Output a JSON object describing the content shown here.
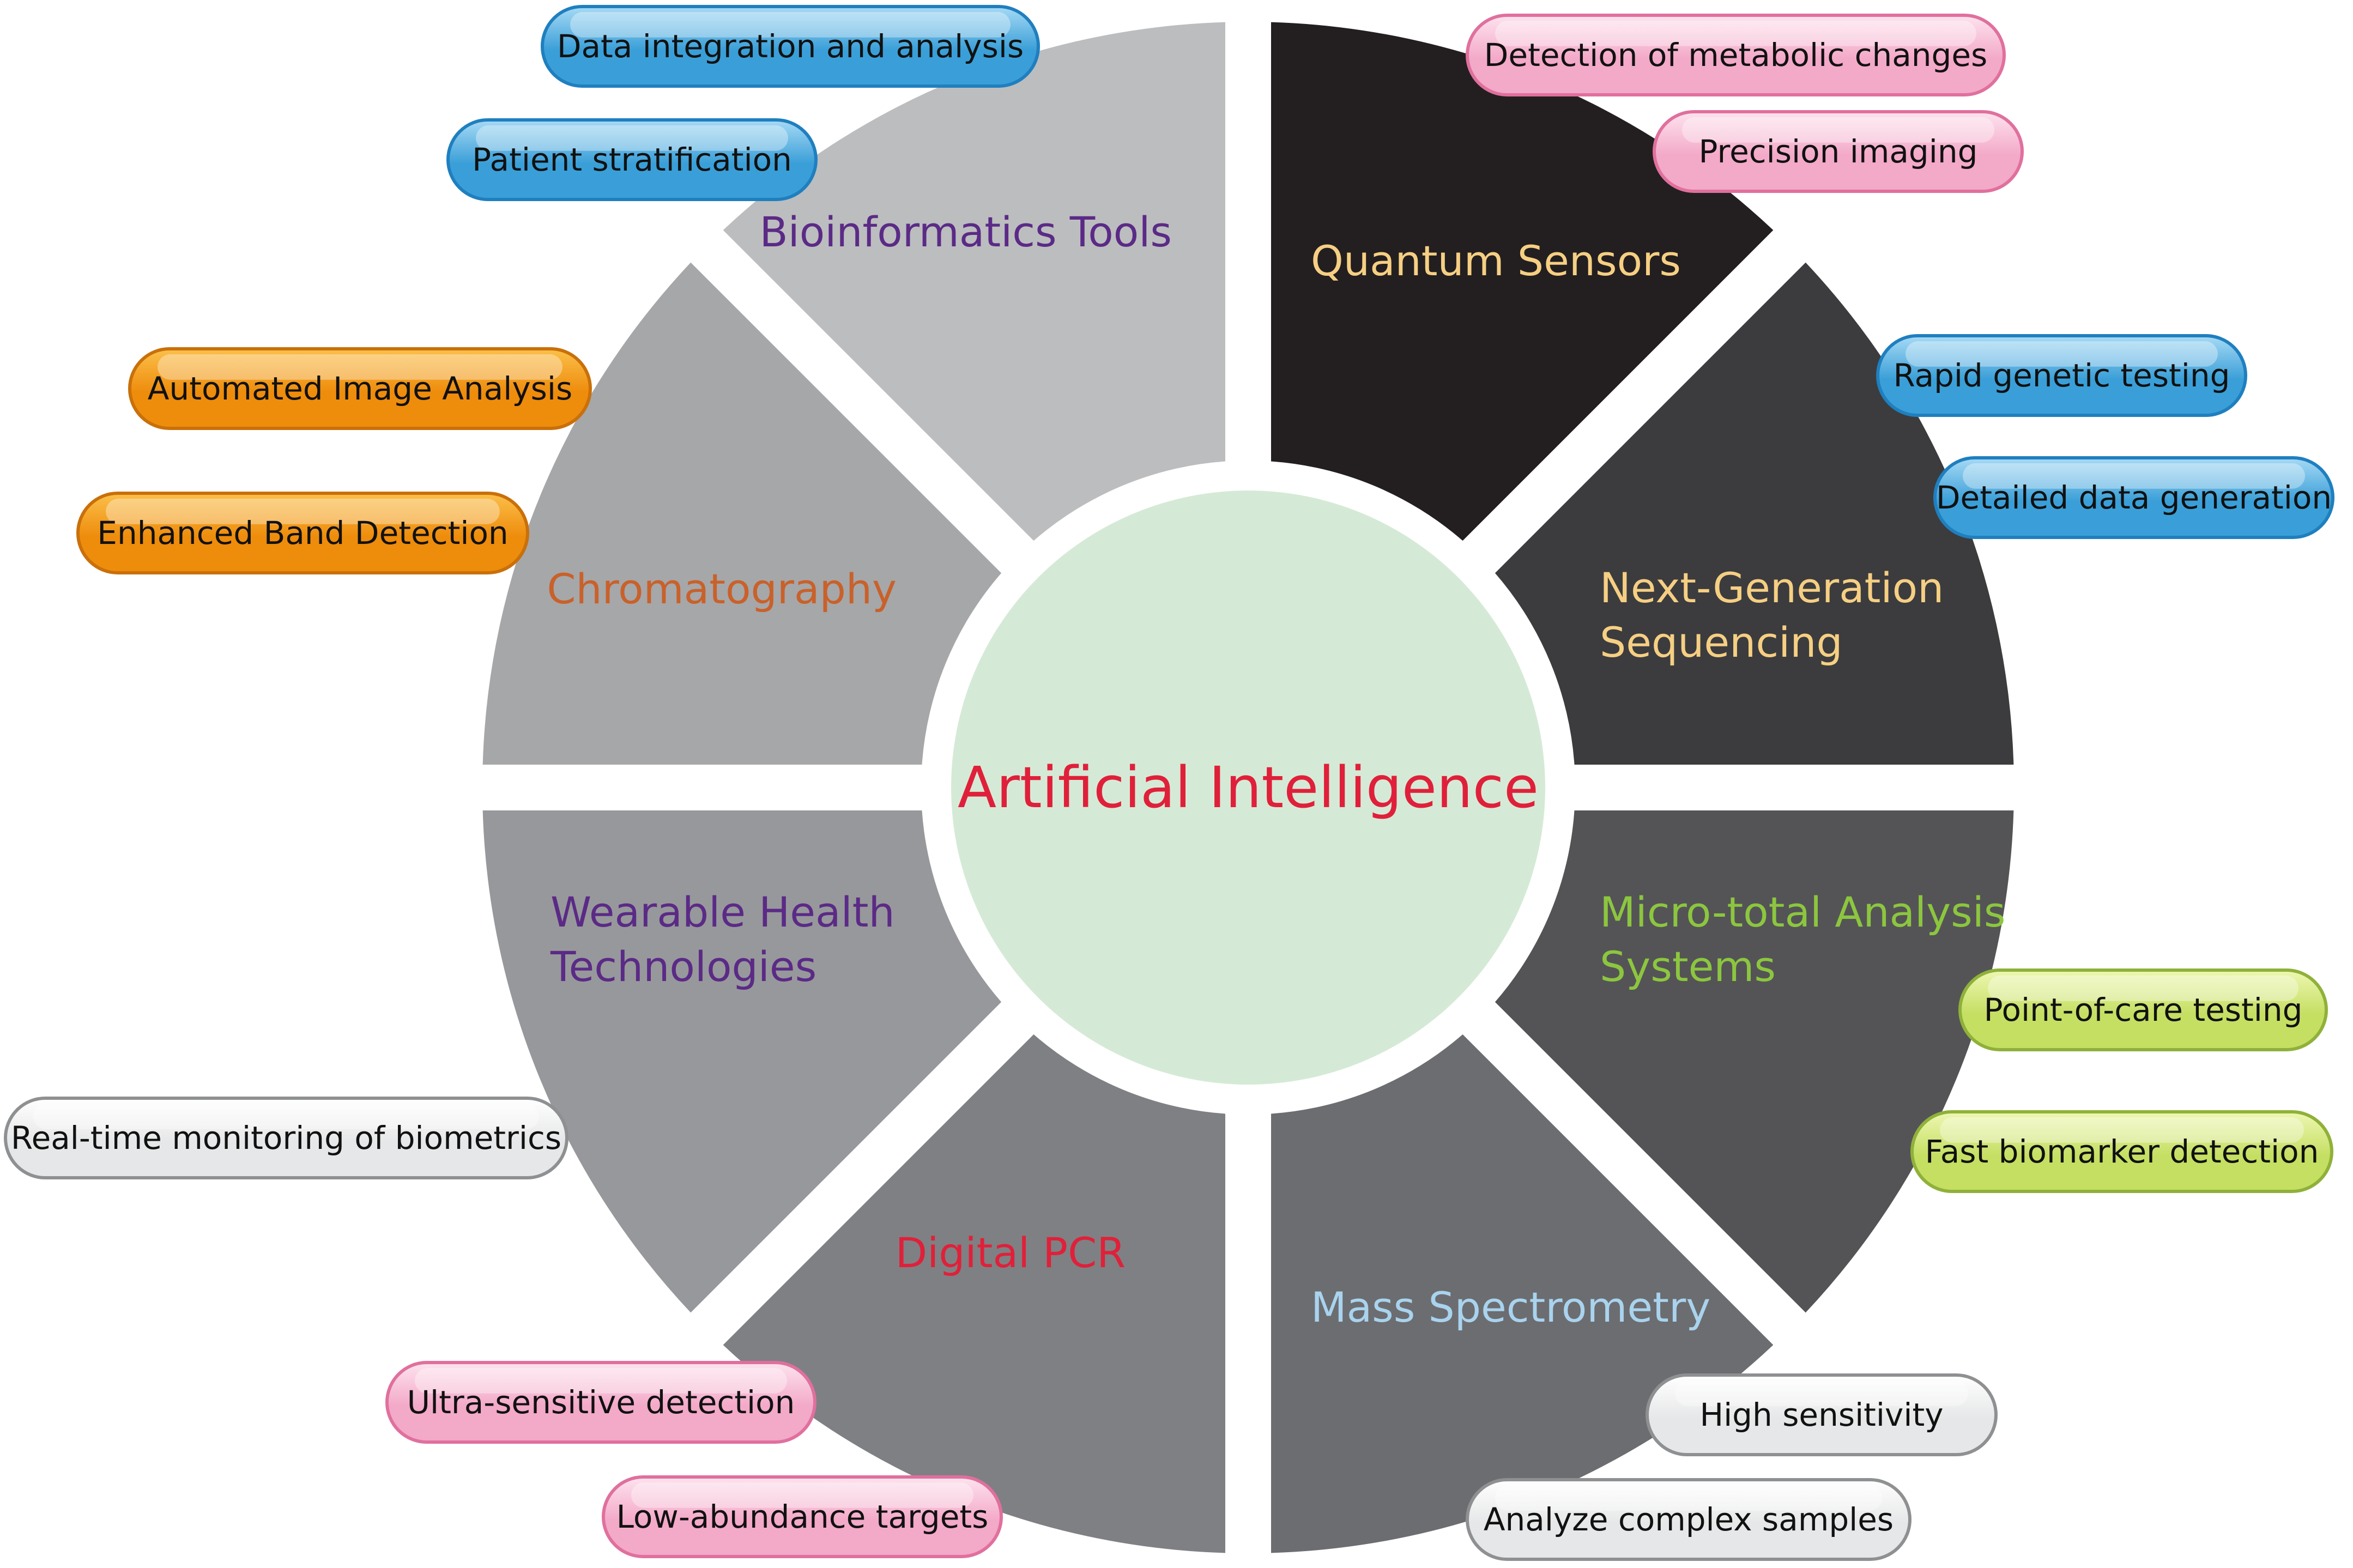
{
  "center": {
    "label": "Artificial Intelligence",
    "fill": "#d5ead6",
    "text_color": "#e0203a"
  },
  "segments": [
    {
      "id": "quantum",
      "label_lines": [
        "Quantum Sensors"
      ],
      "fill": "#231f20",
      "text_color": "#f6cf83"
    },
    {
      "id": "ngs",
      "label_lines": [
        "Next-Generation",
        "Sequencing"
      ],
      "fill": "#3c3c3e",
      "text_color": "#f6cf83"
    },
    {
      "id": "mtas",
      "label_lines": [
        "Micro-total Analysis",
        "Systems"
      ],
      "fill": "#545456",
      "text_color": "#8cc63f"
    },
    {
      "id": "ms",
      "label_lines": [
        "Mass Spectrometry"
      ],
      "fill": "#6c6d70",
      "text_color": "#a9d3ee"
    },
    {
      "id": "dpcr",
      "label_lines": [
        "Digital PCR"
      ],
      "fill": "#7f8083",
      "text_color": "#e0203a"
    },
    {
      "id": "wearable",
      "label_lines": [
        "Wearable Health",
        "Technologies"
      ],
      "fill": "#97989b",
      "text_color": "#5b2a86"
    },
    {
      "id": "chrom",
      "label_lines": [
        "Chromatography"
      ],
      "fill": "#a6a7a9",
      "text_color": "#c9612a"
    },
    {
      "id": "bio",
      "label_lines": [
        "Bioinformatics Tools"
      ],
      "fill": "#bcbdbf",
      "text_color": "#5b2a86"
    }
  ],
  "pills": [
    {
      "id": "data-integration",
      "text": "Data integration and analysis",
      "theme": "blue"
    },
    {
      "id": "patient-stratification",
      "text": "Patient stratification",
      "theme": "blue"
    },
    {
      "id": "detection-metabolic",
      "text": "Detection of metabolic changes",
      "theme": "pink"
    },
    {
      "id": "precision-imaging",
      "text": "Precision imaging",
      "theme": "pink"
    },
    {
      "id": "rapid-genetic",
      "text": "Rapid genetic testing",
      "theme": "blue"
    },
    {
      "id": "detailed-data",
      "text": "Detailed data generation",
      "theme": "blue"
    },
    {
      "id": "automated-image",
      "text": "Automated Image Analysis",
      "theme": "orange"
    },
    {
      "id": "enhanced-band",
      "text": "Enhanced Band Detection",
      "theme": "orange"
    },
    {
      "id": "point-of-care",
      "text": "Point-of-care testing",
      "theme": "green"
    },
    {
      "id": "fast-biomarker",
      "text": "Fast biomarker detection",
      "theme": "green"
    },
    {
      "id": "real-time",
      "text": "Real-time monitoring of biometrics",
      "theme": "gray"
    },
    {
      "id": "high-sensitivity",
      "text": "High sensitivity",
      "theme": "gray"
    },
    {
      "id": "analyze-complex",
      "text": "Analyze complex samples",
      "theme": "gray"
    },
    {
      "id": "ultra-sensitive",
      "text": "Ultra-sensitive detection",
      "theme": "pink"
    },
    {
      "id": "low-abundance",
      "text": "Low-abundance targets",
      "theme": "pink"
    }
  ],
  "pill_themes": {
    "blue": {
      "top": "#a7daf5",
      "bottom": "#3a9fd8",
      "stroke": "#1f7fbf"
    },
    "pink": {
      "top": "#fde3ee",
      "bottom": "#f3a9c8",
      "stroke": "#e0709e"
    },
    "orange": {
      "top": "#fbc04a",
      "bottom": "#ee8c0c",
      "stroke": "#c9700a"
    },
    "green": {
      "top": "#eef7b3",
      "bottom": "#c5df63",
      "stroke": "#8fb13a"
    },
    "gray": {
      "top": "#ffffff",
      "bottom": "#e6e7e8",
      "stroke": "#8e9092"
    }
  }
}
